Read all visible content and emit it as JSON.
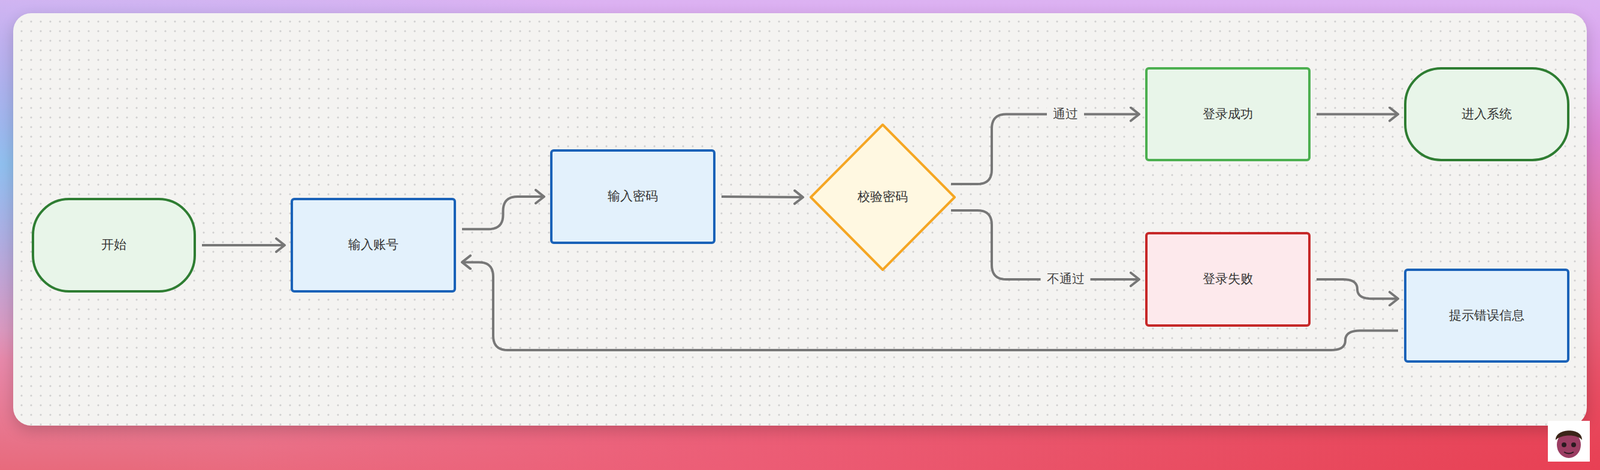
{
  "diagram": {
    "nodes": [
      {
        "text": [
          "开始"
        ]
      },
      {
        "text": [
          "输入账号"
        ]
      },
      {
        "text": [
          "输入密码"
        ]
      },
      {
        "text": [
          "校验密码"
        ]
      },
      {
        "text": [
          "登录成功"
        ]
      },
      {
        "text": [
          "进入系统"
        ]
      },
      {
        "text": [
          "登录失败"
        ]
      },
      {
        "text": [
          "提示错误信息"
        ]
      }
    ],
    "edges": [
      {
        "from": 0,
        "to": 1,
        "arrow": "to"
      },
      {
        "from": 1,
        "to": 2,
        "arrow": "to"
      },
      {
        "from": 2,
        "to": 3,
        "arrow": "to"
      },
      {
        "from": 3,
        "to": 4,
        "arrow": "to",
        "label": "通过"
      },
      {
        "from": 4,
        "to": 5,
        "arrow": "to"
      },
      {
        "from": 3,
        "to": 6,
        "arrow": "to",
        "label": "不通过"
      },
      {
        "from": 6,
        "to": 7,
        "arrow": "to"
      },
      {
        "from": 7,
        "to": 1,
        "arrow": "to"
      }
    ]
  }
}
